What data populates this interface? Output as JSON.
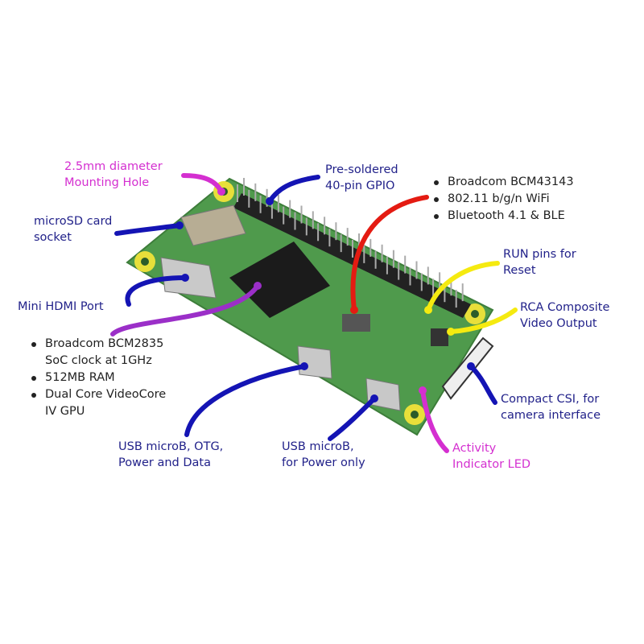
{
  "labels": {
    "mounting_hole": [
      "2.5mm diameter",
      "Mounting Hole"
    ],
    "microsd": [
      "microSD card",
      "socket"
    ],
    "hdmi": [
      "Mini HDMI Port"
    ],
    "gpio": [
      "Pre-soldered",
      "40-pin GPIO"
    ],
    "run_pins": [
      "RUN pins for",
      "Reset"
    ],
    "rca": [
      "RCA Composite",
      "Video Output"
    ],
    "csi": [
      "Compact CSI, for",
      "camera interface"
    ],
    "activity_led": [
      "Activity",
      "Indicator LED"
    ],
    "usb_otg": [
      "USB microB, OTG,",
      "Power and Data"
    ],
    "usb_power": [
      "USB microB,",
      "for Power only"
    ]
  },
  "soc_specs": [
    "Broadcom BCM2835",
    "SoC clock at  1GHz",
    "512MB RAM",
    "Dual Core VideoCore",
    "IV GPU"
  ],
  "wireless_specs": [
    "Broadcom BCM43143",
    "802.11 b/g/n WiFi",
    "Bluetooth 4.1 & BLE"
  ],
  "colors": {
    "label_text": "#22228a",
    "magenta": "#d42fd0",
    "blue_leader": "#1414b4",
    "yellow_leader": "#f5ea10",
    "red_leader": "#e41b12",
    "board_green": "#4f9a4c"
  }
}
